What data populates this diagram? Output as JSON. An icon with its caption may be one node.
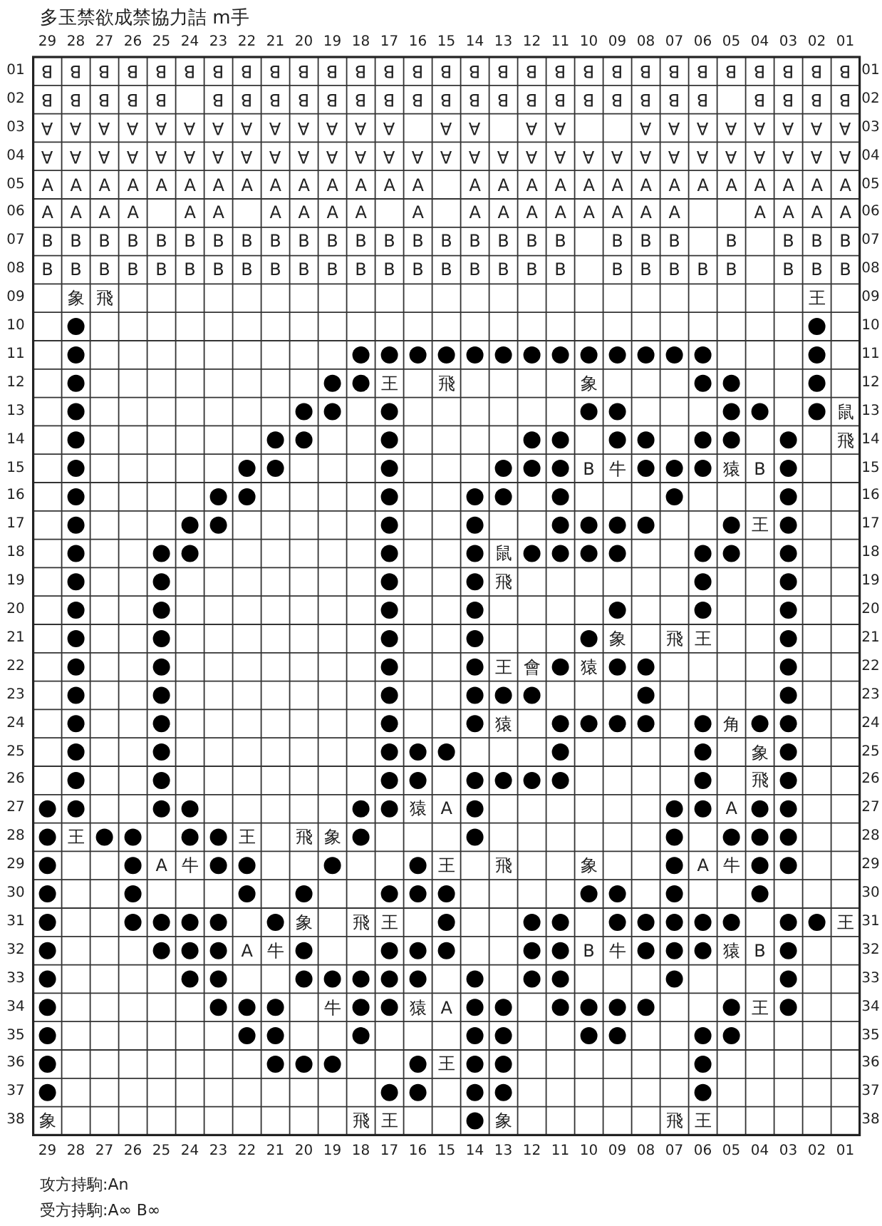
{
  "diagram": {
    "labels": [
      "多玉禁欲成禁協力詰 m手",
      "29",
      "28",
      "27",
      "26",
      "25",
      "24",
      "23",
      "22",
      "21",
      "20",
      "19",
      "18",
      "17",
      "16",
      "15",
      "14",
      "13",
      "12",
      "11",
      "10",
      "09",
      "08",
      "07",
      "06",
      "05",
      "04",
      "03",
      "02",
      "01",
      "01",
      "B",
      "B",
      "B",
      "B",
      "B",
      "B",
      "B",
      "B",
      "B",
      "B",
      "B",
      "B",
      "B",
      "B",
      "B",
      "B",
      "B",
      "B",
      "B",
      "B",
      "B",
      "B",
      "B",
      "B",
      "B",
      "B",
      "B",
      "B",
      "B",
      "01",
      "02",
      "B",
      "B",
      "B",
      "B",
      "B",
      "B",
      "B",
      "B",
      "B",
      "B",
      "B",
      "B",
      "B",
      "B",
      "B",
      "B",
      "B",
      "B",
      "B",
      "B",
      "B",
      "B",
      "B",
      "B",
      "B",
      "B",
      "B",
      "02",
      "03",
      "A",
      "A",
      "A",
      "A",
      "A",
      "A",
      "A",
      "A",
      "A",
      "A",
      "A",
      "A",
      "A",
      "A",
      "A",
      "A",
      "A",
      "A",
      "A",
      "A",
      "A",
      "A",
      "A",
      "A",
      "A",
      "03",
      "04",
      "A",
      "A",
      "A",
      "A",
      "A",
      "A",
      "A",
      "A",
      "A",
      "A",
      "A",
      "A",
      "A",
      "A",
      "A",
      "A",
      "A",
      "A",
      "A",
      "A",
      "A",
      "A",
      "A",
      "A",
      "A",
      "A",
      "A",
      "A",
      "A",
      "04",
      "05",
      "A",
      "A",
      "A",
      "A",
      "A",
      "A",
      "A",
      "A",
      "A",
      "A",
      "A",
      "A",
      "A",
      "A",
      "A",
      "A",
      "A",
      "A",
      "A",
      "A",
      "A",
      "A",
      "A",
      "A",
      "A",
      "A",
      "A",
      "A",
      "05",
      "06",
      "A",
      "A",
      "A",
      "A",
      "A",
      "A",
      "A",
      "A",
      "A",
      "A",
      "A",
      "A",
      "A",
      "A",
      "A",
      "A",
      "A",
      "A",
      "A",
      "A",
      "A",
      "A",
      "A",
      "06",
      "07",
      "B",
      "B",
      "B",
      "B",
      "B",
      "B",
      "B",
      "B",
      "B",
      "B",
      "B",
      "B",
      "B",
      "B",
      "B",
      "B",
      "B",
      "B",
      "B",
      "B",
      "B",
      "B",
      "B",
      "B",
      "B",
      "B",
      "07",
      "08",
      "B",
      "B",
      "B",
      "B",
      "B",
      "B",
      "B",
      "B",
      "B",
      "B",
      "B",
      "B",
      "B",
      "B",
      "B",
      "B",
      "B",
      "B",
      "B",
      "B",
      "B",
      "B",
      "B",
      "B",
      "B",
      "B",
      "B",
      "08",
      "09",
      "象",
      "飛",
      "王",
      "09",
      "10",
      "10",
      "11",
      "11",
      "12",
      "王",
      "飛",
      "象",
      "12",
      "13",
      "鼠",
      "13",
      "14",
      "飛",
      "14",
      "15",
      "B",
      "牛",
      "猿",
      "B",
      "15",
      "16",
      "16",
      "17",
      "王",
      "17",
      "18",
      "鼠",
      "18",
      "19",
      "飛",
      "19",
      "20",
      "20",
      "21",
      "象",
      "飛",
      "王",
      "21",
      "22",
      "王",
      "會",
      "猿",
      "22",
      "23",
      "23",
      "24",
      "猿",
      "角",
      "24",
      "25",
      "象",
      "25",
      "26",
      "飛",
      "26",
      "27",
      "猿",
      "A",
      "A",
      "27",
      "28",
      "王",
      "王",
      "飛",
      "象",
      "28",
      "29",
      "A",
      "牛",
      "王",
      "飛",
      "象",
      "A",
      "牛",
      "29",
      "30",
      "30",
      "31",
      "象",
      "飛",
      "王",
      "王",
      "31",
      "32",
      "A",
      "牛",
      "B",
      "牛",
      "猿",
      "B",
      "32",
      "33",
      "33",
      "34",
      "牛",
      "猿",
      "A",
      "王",
      "34",
      "35",
      "35",
      "36",
      "王",
      "36",
      "37",
      "37",
      "38",
      "象",
      "飛",
      "王",
      "象",
      "飛",
      "王",
      "38",
      "29",
      "28",
      "27",
      "26",
      "25",
      "24",
      "23",
      "22",
      "21",
      "20",
      "19",
      "18",
      "17",
      "16",
      "15",
      "14",
      "13",
      "12",
      "11",
      "10",
      "09",
      "08",
      "07",
      "06",
      "05",
      "04",
      "03",
      "02",
      "01",
      "攻方持駒:An",
      "受方持駒:A∞ B∞"
    ]
  }
}
